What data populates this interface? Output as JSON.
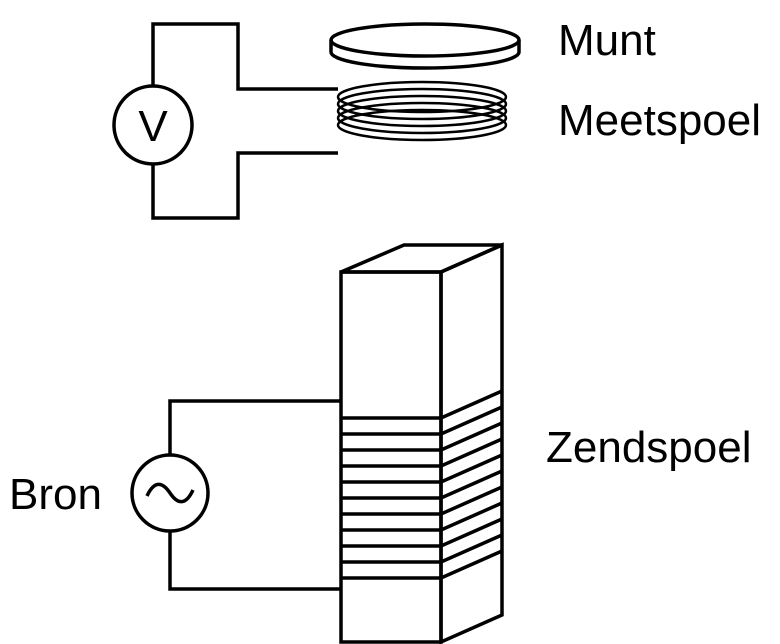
{
  "labels": {
    "coin": "Munt",
    "measuring_coil": "Meetspoel",
    "transmitting_coil": "Zendspoel",
    "source": "Bron"
  },
  "symbols": {
    "voltmeter": "V",
    "ac_source": "~"
  }
}
